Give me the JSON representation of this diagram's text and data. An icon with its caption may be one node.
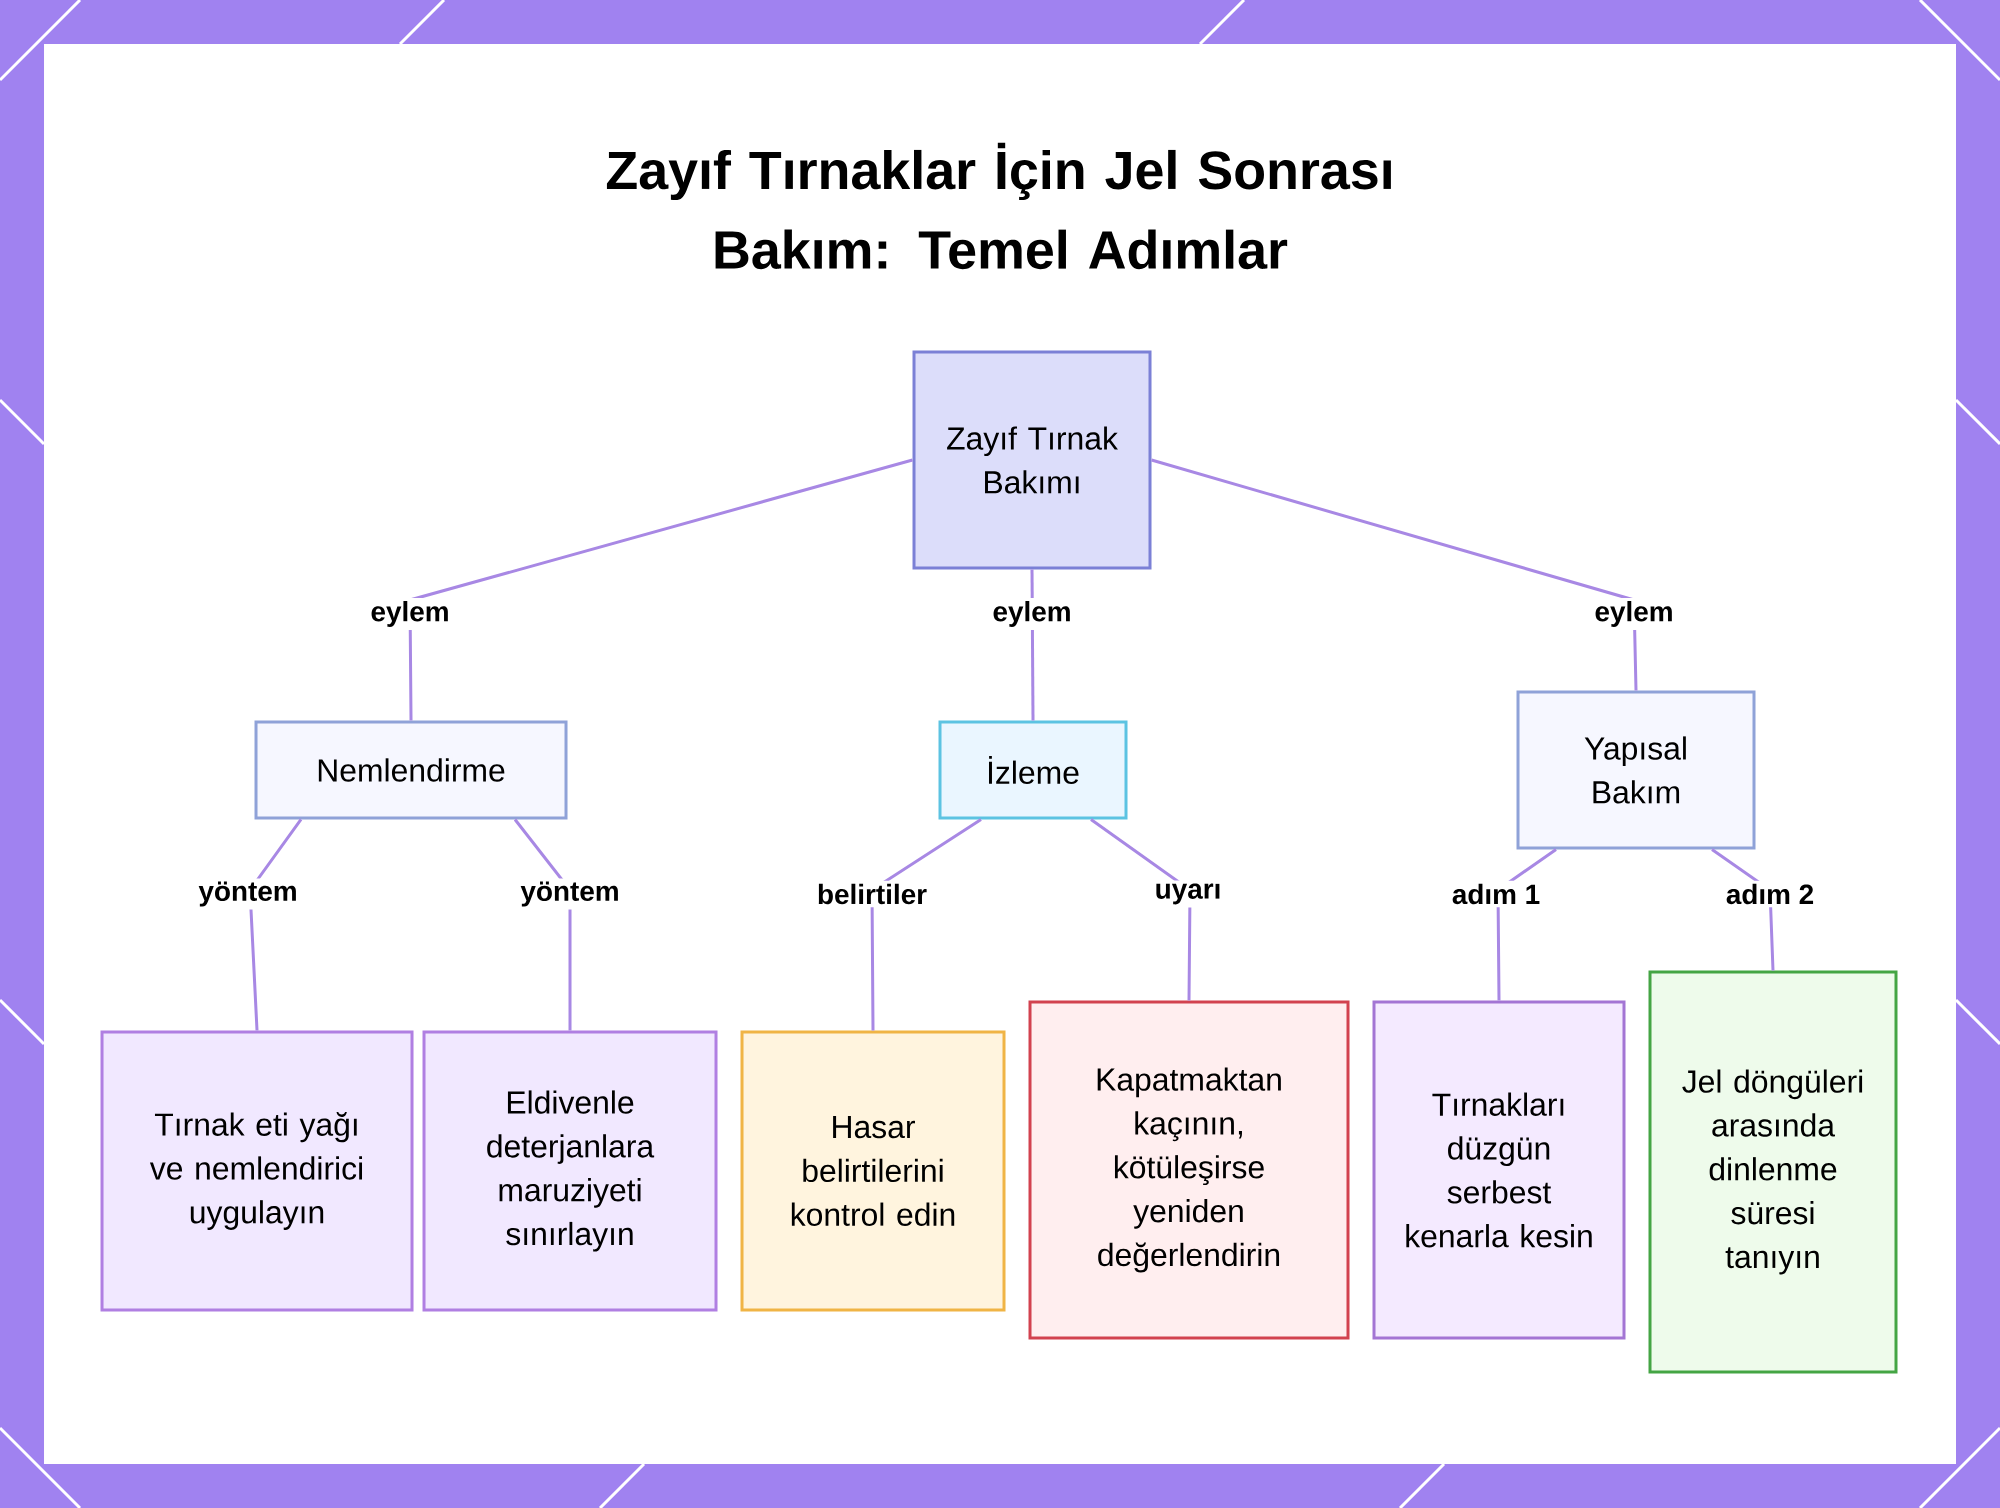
{
  "diagram": {
    "title": "Zayıf Tırnaklar İçin Jel Sonrası Bakım: Temel Adımlar",
    "nodes": [
      {
        "text": [
          "Zayıf Tırnak Bakımı"
        ]
      },
      {
        "text": [
          "Nemlendirme"
        ]
      },
      {
        "text": [
          "İzleme"
        ]
      },
      {
        "text": [
          "Yapısal Bakım"
        ]
      },
      {
        "text": [
          "Tırnak eti yağı ve nemlendirici uygulayın"
        ]
      },
      {
        "text": [
          "Eldivenle deterjanlara maruziyeti sınırlayın"
        ]
      },
      {
        "text": [
          "Hasar belirtilerini kontrol edin"
        ]
      },
      {
        "text": [
          "Kapatmaktan kaçının, kötüleşirse yeniden değerlendirin"
        ]
      },
      {
        "text": [
          "Tırnakları düzgün serbest kenarla kesin"
        ]
      },
      {
        "text": [
          "Jel döngüleri arasında dinlenme süresi tanıyın"
        ]
      }
    ],
    "edges": [
      {
        "from": 0,
        "to": 1,
        "arrow": "none",
        "label": "eylem"
      },
      {
        "from": 0,
        "to": 2,
        "arrow": "none",
        "label": "eylem"
      },
      {
        "from": 0,
        "to": 3,
        "arrow": "none",
        "label": "eylem"
      },
      {
        "from": 1,
        "to": 4,
        "arrow": "none",
        "label": "yöntem"
      },
      {
        "from": 1,
        "to": 5,
        "arrow": "none",
        "label": "yöntem"
      },
      {
        "from": 2,
        "to": 6,
        "arrow": "none",
        "label": "belirtiler"
      },
      {
        "from": 2,
        "to": 7,
        "arrow": "none",
        "label": "uyarı"
      },
      {
        "from": 3,
        "to": 8,
        "arrow": "none",
        "label": "adım 1"
      },
      {
        "from": 3,
        "to": 9,
        "arrow": "none",
        "label": "adım 2"
      }
    ]
  }
}
